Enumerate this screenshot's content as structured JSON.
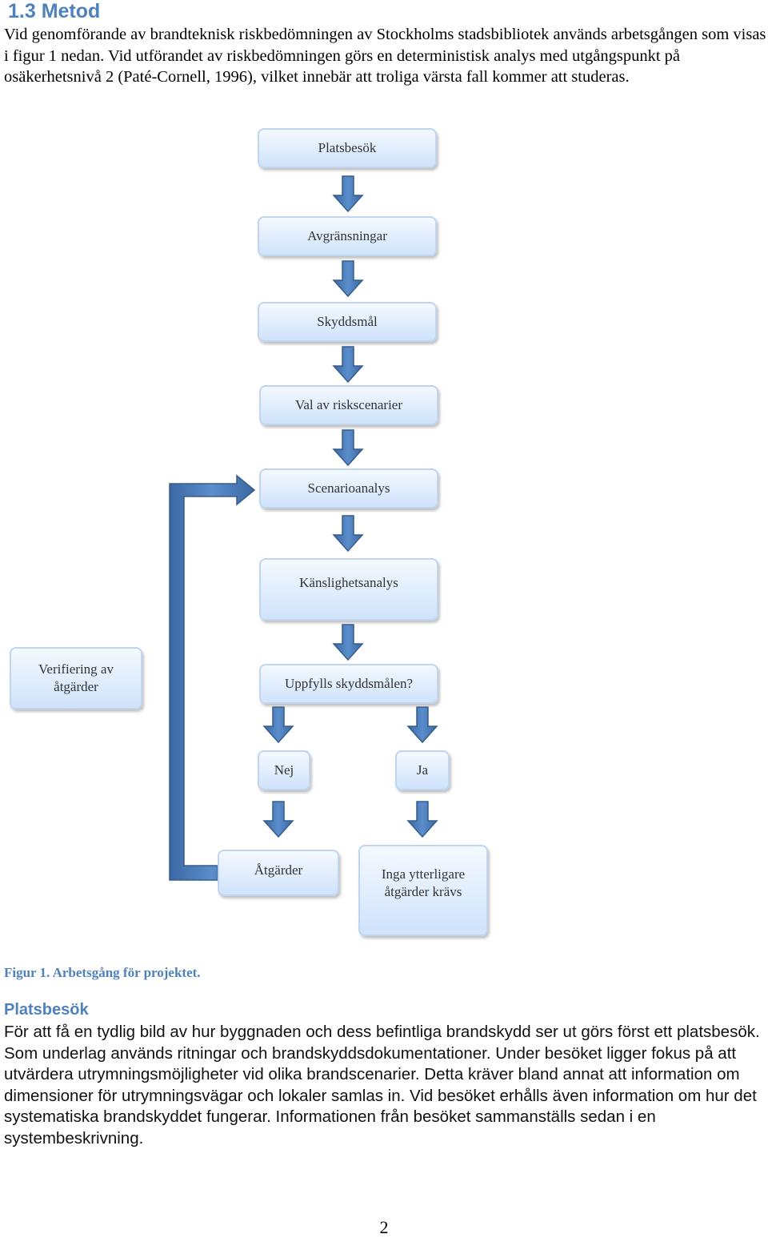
{
  "section": {
    "heading": "1.3 Metod"
  },
  "intro": {
    "paragraph": "Vid genomförande av brandteknisk riskbedömningen av Stockholms stadsbibliotek används arbetsgången som visas i figur 1 nedan. Vid utförandet av riskbedömningen görs en deterministisk analys med utgångspunkt på osäkerhetsnivå 2 (Paté-Cornell, 1996), vilket innebär att troliga värsta fall kommer att studeras."
  },
  "flowchart": {
    "step_platsbesok": "Platsbesök",
    "step_avgransningar": "Avgränsningar",
    "step_skyddsmal": "Skyddsmål",
    "step_val": "Val av riskscenarier",
    "step_scenarioanalys": "Scenarioanalys",
    "step_kanslighetsanalys": "Känslighetsanalys",
    "step_verifiering_line1": "Verifiering av",
    "step_verifiering_line2": "åtgärder",
    "step_uppfylls": "Uppfylls skyddsmålen?",
    "step_nej": "Nej",
    "step_ja": "Ja",
    "step_atgarder": "Åtgärder",
    "step_inga_line1": "Inga ytterligare",
    "step_inga_line2": "åtgärder krävs",
    "arrow_color": "#4f81bd",
    "arrow_border": "#385d8a"
  },
  "figure": {
    "caption": "Figur 1. Arbetsgång för projektet."
  },
  "platsbesok_section": {
    "heading": "Platsbesök",
    "paragraph": "För att få en tydlig bild av hur byggnaden och dess befintliga brandskydd ser ut görs först ett platsbesök. Som underlag används ritningar och brandskyddsdokumentationer. Under besöket ligger fokus på att utvärdera utrymningsmöjligheter vid olika brandscenarier. Detta kräver bland annat att information om dimensioner för utrymningsvägar och lokaler samlas in. Vid besöket erhålls även information om hur det systematiska brandskyddet fungerar. Informationen från besöket sammanställs sedan i en systembeskrivning."
  },
  "footer": {
    "page_number": "2"
  }
}
